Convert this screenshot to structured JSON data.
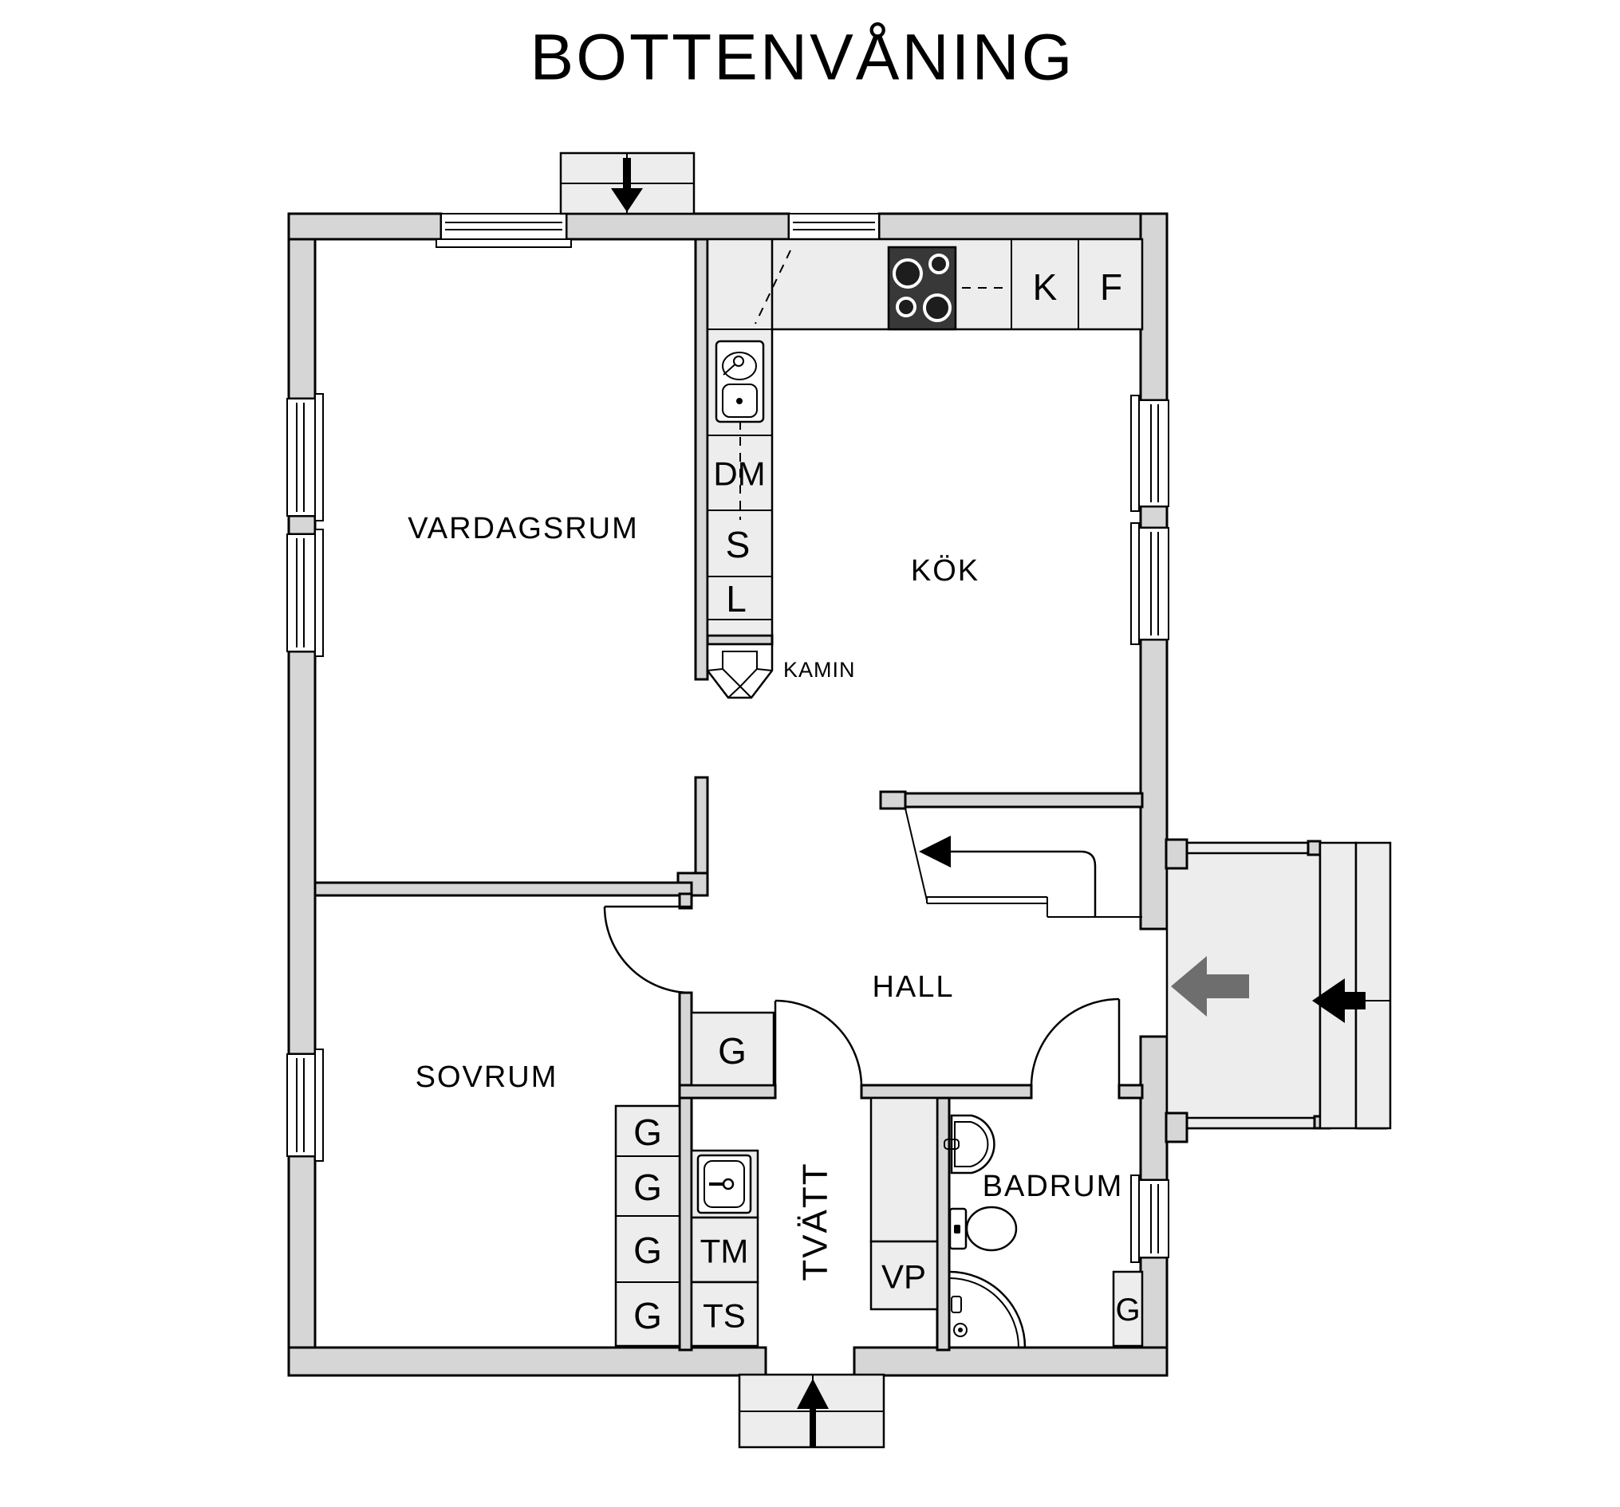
{
  "title": "BOTTENVÅNING",
  "rooms": {
    "vardagsrum": {
      "label": "VARDAGSRUM"
    },
    "kok": {
      "label": "KÖK"
    },
    "hall": {
      "label": "HALL"
    },
    "sovrum": {
      "label": "SOVRUM"
    },
    "tvatt": {
      "label": "TVÄTT"
    },
    "badrum": {
      "label": "BADRUM"
    }
  },
  "annotations": {
    "kamin": {
      "label": "KAMIN"
    }
  },
  "fixtures": {
    "dm": {
      "label": "DM"
    },
    "skafferi": {
      "label": "S"
    },
    "linne": {
      "label": "L"
    },
    "kyl": {
      "label": "K"
    },
    "frys": {
      "label": "F"
    },
    "tm": {
      "label": "TM"
    },
    "ts": {
      "label": "TS"
    },
    "vp": {
      "label": "VP"
    },
    "garderob": {
      "label": "G"
    }
  },
  "colors": {
    "wall": "#d6d6d6",
    "fixture": "#ededed",
    "stove": "#383838",
    "entry_arrow": "#6e6e6e",
    "line": "#000000",
    "background": "#ffffff"
  }
}
